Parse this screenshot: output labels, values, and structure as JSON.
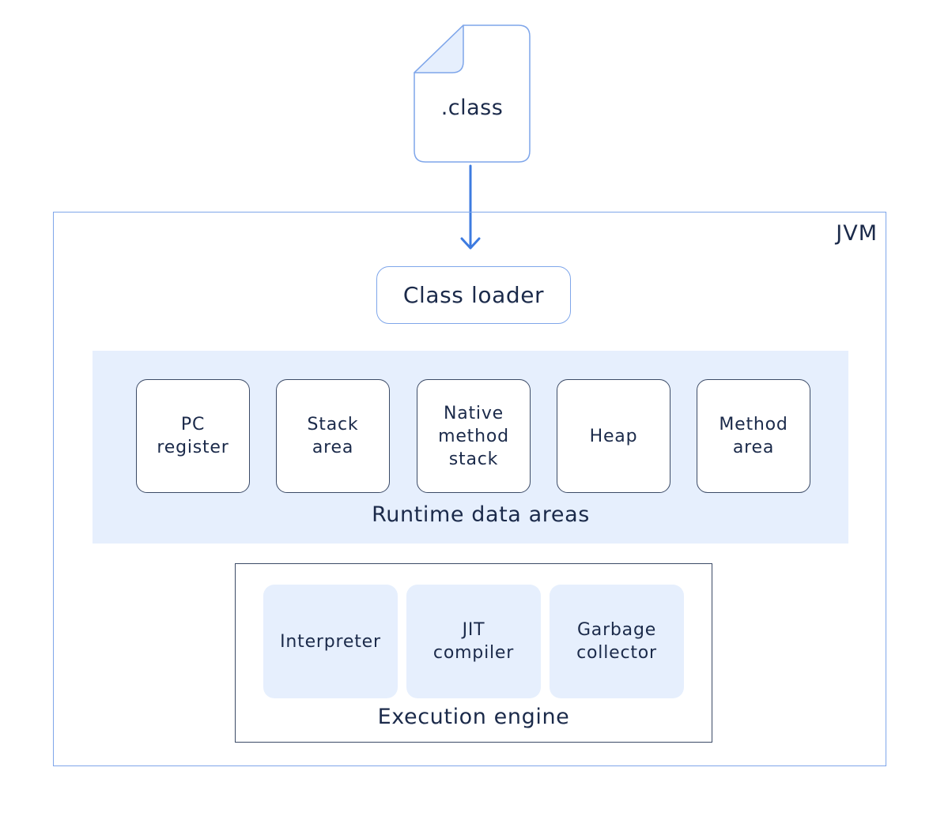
{
  "file": {
    "label": ".class"
  },
  "jvm": {
    "label": "JVM"
  },
  "class_loader": {
    "label": "Class loader"
  },
  "runtime_data_areas": {
    "title": "Runtime data areas",
    "items": [
      {
        "label": "PC\nregister"
      },
      {
        "label": "Stack\narea"
      },
      {
        "label": "Native\nmethod\nstack"
      },
      {
        "label": "Heap"
      },
      {
        "label": "Method\narea"
      }
    ]
  },
  "execution_engine": {
    "title": "Execution engine",
    "items": [
      {
        "label": "Interpreter"
      },
      {
        "label": "JIT\ncompiler"
      },
      {
        "label": "Garbage\ncollector"
      }
    ]
  },
  "colors": {
    "accent_blue": "#7fa6ea",
    "arrow_blue": "#3d7be0",
    "panel_fill": "#e6effd",
    "text_dark": "#1b2a4a"
  }
}
